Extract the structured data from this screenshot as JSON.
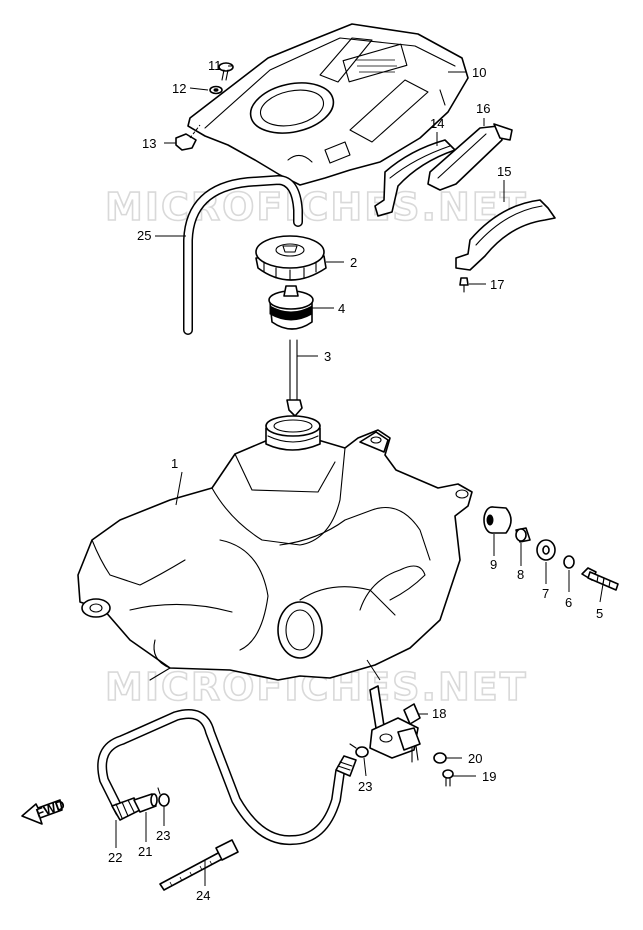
{
  "watermark": "MICROFICHES.NET",
  "fwd_label": "FWD",
  "callouts": [
    "1",
    "2",
    "3",
    "4",
    "5",
    "6",
    "7",
    "8",
    "9",
    "10",
    "11",
    "12",
    "13",
    "14",
    "15",
    "16",
    "17",
    "18",
    "19",
    "20",
    "21",
    "22",
    "23",
    "23",
    "24",
    "25"
  ]
}
